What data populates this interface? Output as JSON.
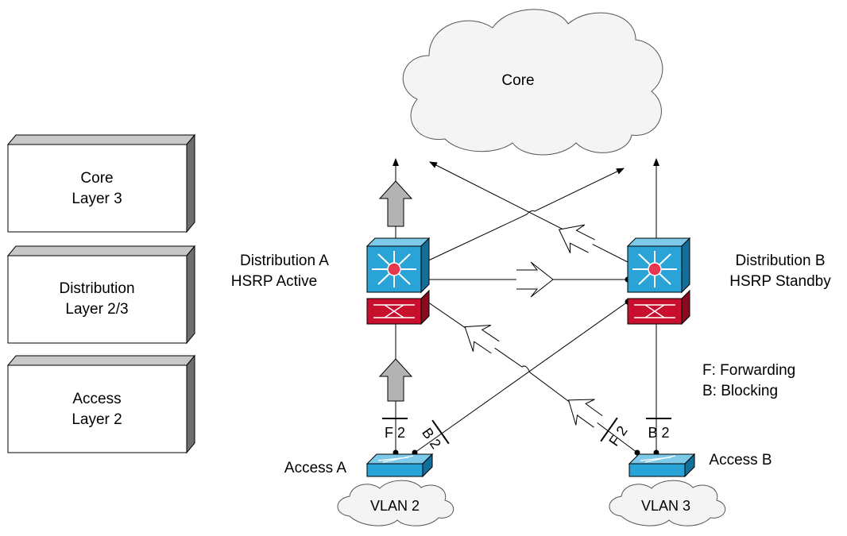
{
  "layers": [
    {
      "name": "Core",
      "sub": "Layer 3"
    },
    {
      "name": "Distribution",
      "sub": "Layer 2/3"
    },
    {
      "name": "Access",
      "sub": "Layer 2"
    }
  ],
  "core_cloud": "Core",
  "dist_a": {
    "line1": "Distribution A",
    "line2": "HSRP Active"
  },
  "dist_b": {
    "line1": "Distribution B",
    "line2": "HSRP Standby"
  },
  "access_a": "Access A",
  "access_b": "Access B",
  "vlan_a": "VLAN 2",
  "vlan_b": "VLAN 3",
  "legend": {
    "forwarding": "F: Forwarding",
    "blocking": "B: Blocking"
  },
  "ports": {
    "a_up": "F 2",
    "a_cross": "B 2",
    "b_cross": "F 2",
    "b_up": "B 2"
  },
  "colors": {
    "box_front": "#ffffff",
    "box_top": "#c8c8c8",
    "box_side": "#6e6e6e",
    "router_blue": "#2aa3d6",
    "switch_red": "#c8102e",
    "cloud_fill": "#f4f4f4",
    "arrow_gray": "#b3b3b3"
  }
}
